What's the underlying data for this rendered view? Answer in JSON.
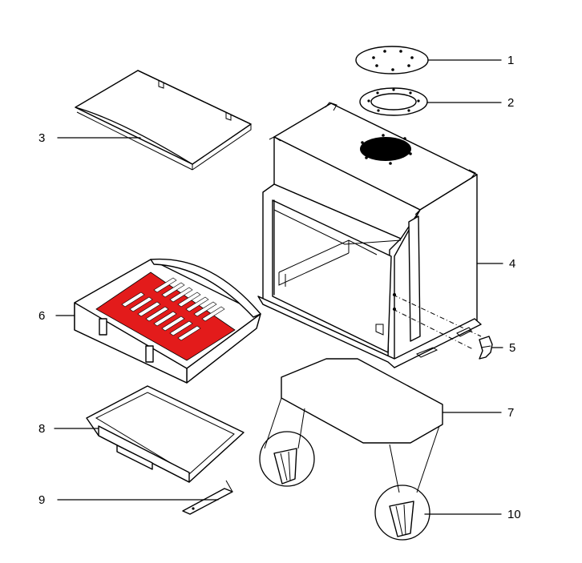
{
  "callouts": [
    {
      "id": "1",
      "label": "1"
    },
    {
      "id": "2",
      "label": "2"
    },
    {
      "id": "3",
      "label": "3"
    },
    {
      "id": "4",
      "label": "4"
    },
    {
      "id": "5",
      "label": "5"
    },
    {
      "id": "6",
      "label": "6"
    },
    {
      "id": "7",
      "label": "7"
    },
    {
      "id": "8",
      "label": "8"
    },
    {
      "id": "9",
      "label": "9"
    },
    {
      "id": "10",
      "label": "10"
    }
  ],
  "colors": {
    "line": "#000000",
    "background": "#ffffff",
    "grate_highlight": "#e31b1b"
  }
}
